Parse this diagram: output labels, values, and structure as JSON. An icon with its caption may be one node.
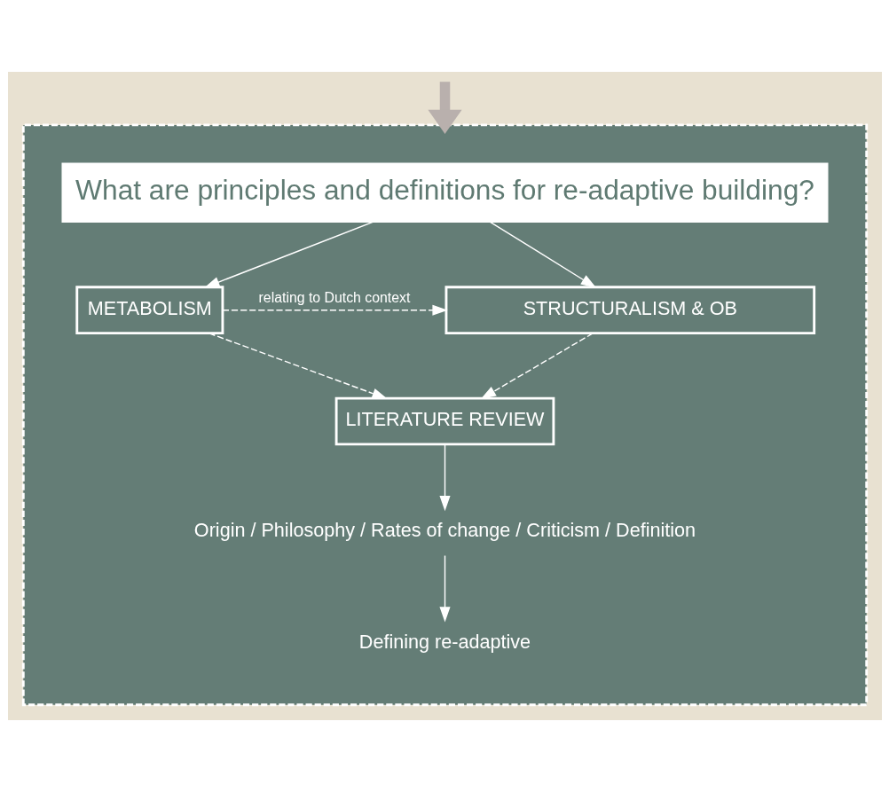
{
  "diagram": {
    "nodes": [
      {
        "text": [],
        "shape": "box"
      },
      {
        "text": [
          "What are principles and definitions for re-adaptive building?"
        ],
        "in": 0
      },
      {
        "text": [
          "METABOLISM"
        ],
        "in": 0
      },
      {
        "text": [
          "STRUCTURALISM & OB"
        ],
        "in": 0
      },
      {
        "text": [
          "LITERATURE REVIEW"
        ],
        "in": 0
      },
      {
        "text": [
          "Origin / Philosophy / Rates of change / Criticism / Definition"
        ],
        "in": 0
      },
      {
        "text": [
          "Defining re-adaptive"
        ],
        "in": 0
      }
    ],
    "edges": [
      {
        "from": null,
        "to": 0,
        "arrow": "to",
        "style": "thick",
        "color": "#b9b0ad"
      },
      {
        "from": 1,
        "to": 2,
        "arrow": "to"
      },
      {
        "from": 1,
        "to": 3,
        "arrow": "to"
      },
      {
        "from": 2,
        "to": 3,
        "arrow": "to",
        "label": "relating to Dutch context",
        "style": "dashed"
      },
      {
        "from": 2,
        "to": 4,
        "arrow": "to",
        "style": "dashed"
      },
      {
        "from": 3,
        "to": 4,
        "arrow": "to",
        "style": "dashed"
      },
      {
        "from": 4,
        "to": 5,
        "arrow": "to"
      },
      {
        "from": 5,
        "to": 6,
        "arrow": "to"
      }
    ]
  }
}
